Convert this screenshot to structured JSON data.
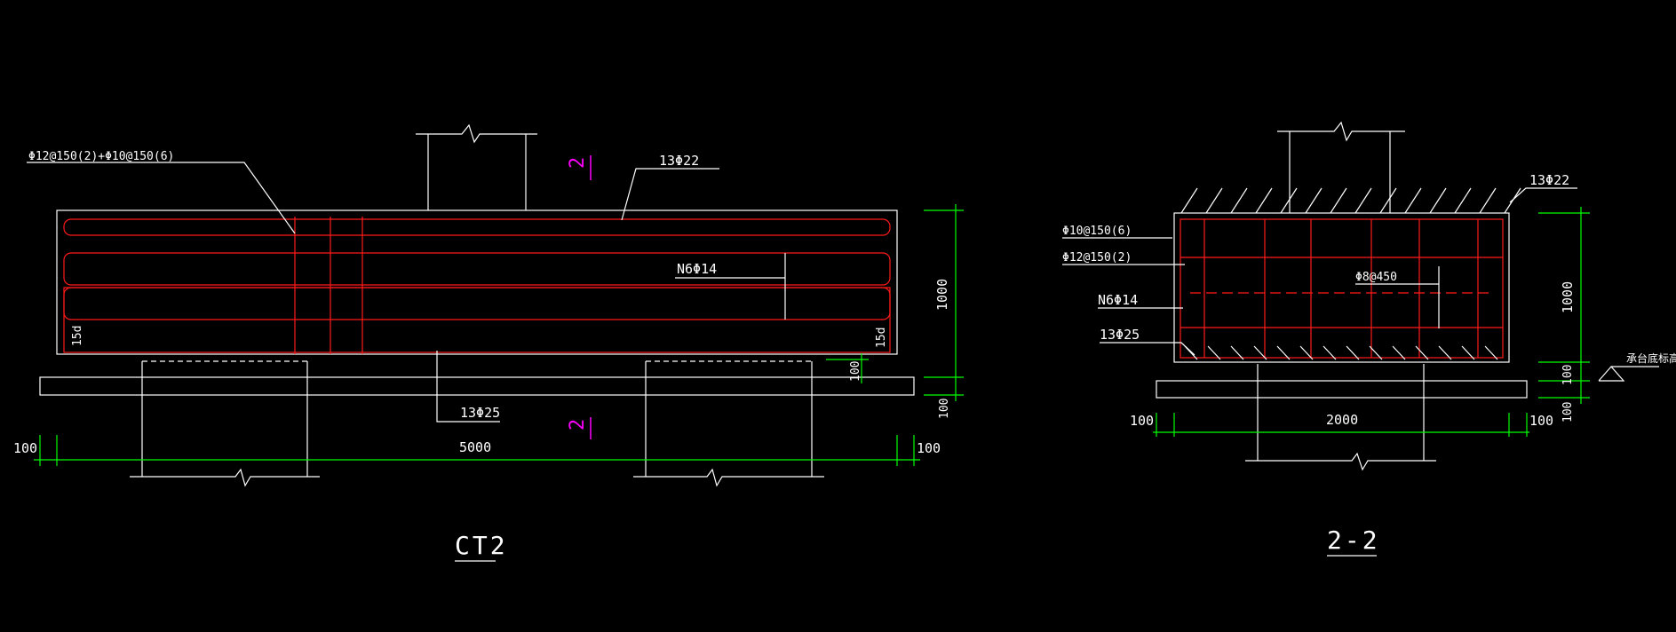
{
  "ct2": {
    "title": "CT2",
    "stirrup_label": "Φ12@150(2)+Φ10@150(6)",
    "top_bar_label": "13Φ22",
    "side_bar_label": "N6Φ14",
    "bottom_bar_label": "13Φ25",
    "anchor_left": "15d",
    "anchor_right": "15d",
    "section_mark": "2",
    "dims": {
      "height": "1000",
      "width": "5000",
      "left_offset": "100",
      "right_offset": "100",
      "cover_inner": "100",
      "cover_outer": "100"
    }
  },
  "sec22": {
    "title": "2-2",
    "top_bar_label": "13Φ22",
    "stirrup_a": "Φ10@150(6)",
    "stirrup_b": "Φ12@150(2)",
    "side_bar_label": "N6Φ14",
    "tie_label": "Φ8@450",
    "bottom_bar_label": "13Φ25",
    "elevation_label": "承台底标高",
    "dims": {
      "height": "1000",
      "width": "2000",
      "left_offset": "100",
      "right_offset": "100",
      "cover_inner": "100",
      "cover_outer": "100"
    }
  }
}
